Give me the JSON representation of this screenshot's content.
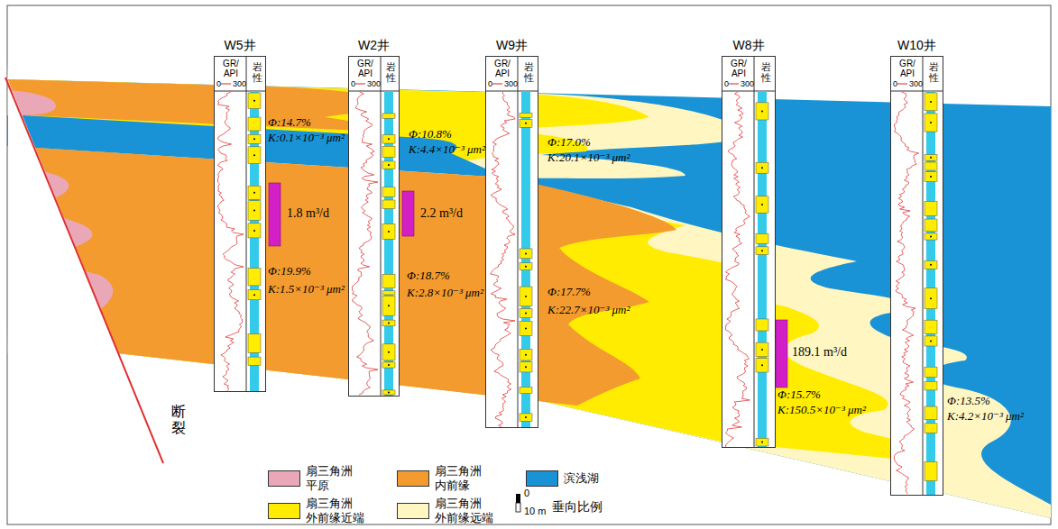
{
  "diagram": {
    "nodes": [
      {
        "text": [
          "W5井",
          "GR/ API",
          "0",
          "300",
          "岩性"
        ]
      },
      {
        "text": [
          "W2井",
          "GR/ API",
          "0",
          "300",
          "岩性"
        ]
      },
      {
        "text": [
          "W9井",
          "GR/ API",
          "0",
          "300",
          "岩性"
        ]
      },
      {
        "text": [
          "W8井",
          "GR/ API",
          "0",
          "300",
          "岩性"
        ]
      },
      {
        "text": [
          "W10井",
          "GR/ API",
          "0",
          "300",
          "岩性"
        ]
      }
    ],
    "labels": [
      "Φ:14.7%",
      "K:0.1×10⁻³ μm²",
      "Φ:10.8%",
      "K:4.4×10⁻³ μm²",
      "Φ:17.0%",
      "K:20.1×10⁻³ μm²",
      "1.8 m³/d",
      "2.2 m³/d",
      "Φ:19.9%",
      "K:1.5×10⁻³ μm²",
      "Φ:18.7%",
      "K:2.8×10⁻³ μm²",
      "Φ:17.7%",
      "K:22.7×10⁻³ μm²",
      "189.1 m³/d",
      "Φ:15.7%",
      "K:150.5×10⁻³ μm²",
      "Φ:13.5%",
      "K:4.2×10⁻³ μm²",
      "断裂",
      "0",
      "10 m",
      "垂向比例"
    ],
    "legend": [
      {
        "text": "扇三角洲 平原",
        "color": "#e9a7b7"
      },
      {
        "text": "扇三角洲 内前缘",
        "color": "#f39b2f"
      },
      {
        "text": "滨浅湖",
        "color": "#1a93d6"
      },
      {
        "text": "扇三角洲 外前缘近端",
        "color": "#ffec00"
      },
      {
        "text": "扇三角洲 外前缘远端",
        "color": "#fff6c2"
      }
    ]
  }
}
